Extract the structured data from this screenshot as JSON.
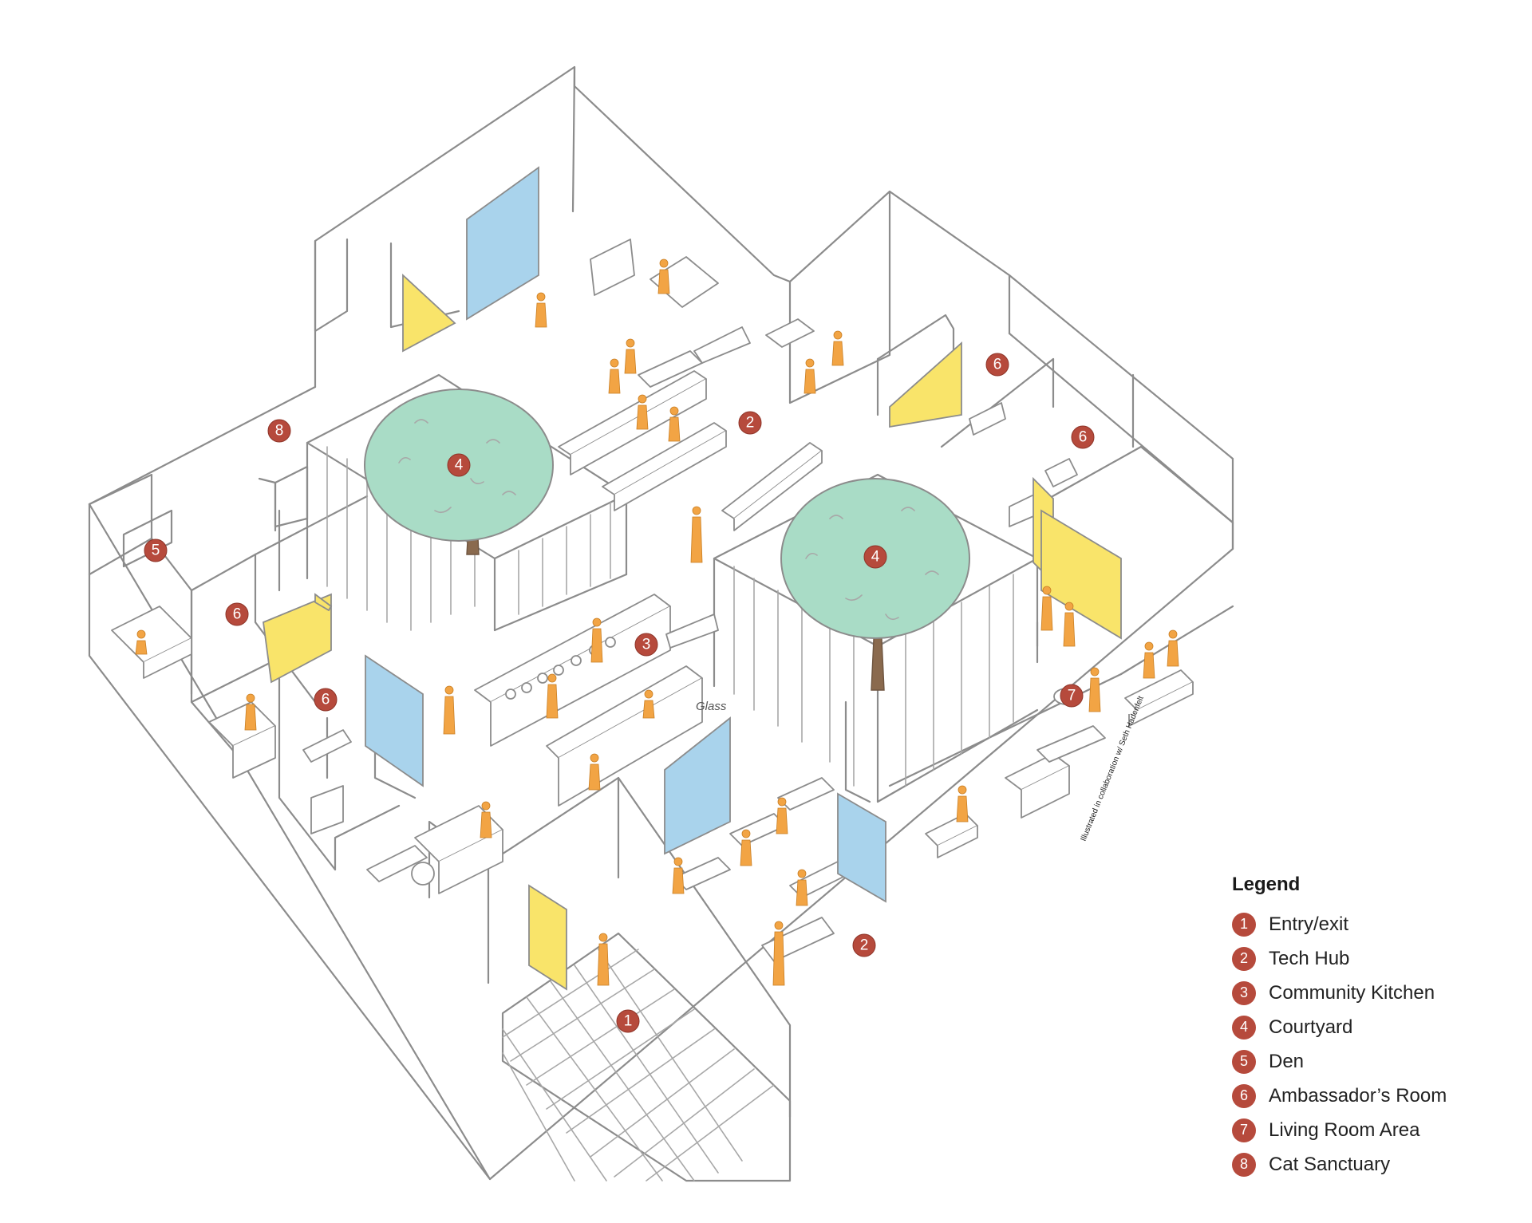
{
  "legend": {
    "title": "Legend",
    "items": [
      {
        "number": "1",
        "label": "Entry/exit"
      },
      {
        "number": "2",
        "label": "Tech Hub"
      },
      {
        "number": "3",
        "label": "Community Kitchen"
      },
      {
        "number": "4",
        "label": "Courtyard"
      },
      {
        "number": "5",
        "label": "Den"
      },
      {
        "number": "6",
        "label": "Ambassador’s Room"
      },
      {
        "number": "7",
        "label": "Living Room Area"
      },
      {
        "number": "8",
        "label": "Cat Sanctuary"
      }
    ]
  },
  "plan_badges": {
    "entry": "1",
    "tech_hub_top": "2",
    "tech_hub_bottom": "2",
    "kitchen": "3",
    "courtyard_left": "4",
    "courtyard_right": "4",
    "den": "5",
    "ambassador_top_right": "6",
    "ambassador_right": "6",
    "ambassador_left_upper": "6",
    "ambassador_left_lower": "6",
    "living_room": "7",
    "cat_sanctuary": "8"
  },
  "annotations": {
    "glass": "Glass",
    "credit": "Illustrated in collaboration w/ Seth Hadenfelt"
  },
  "colors": {
    "badge": "#b64a3c",
    "door_yellow": "#f9e46a",
    "panel_blue": "#a9d3ec",
    "tree_green": "#a9dcc6",
    "person_orange": "#f2a444"
  }
}
